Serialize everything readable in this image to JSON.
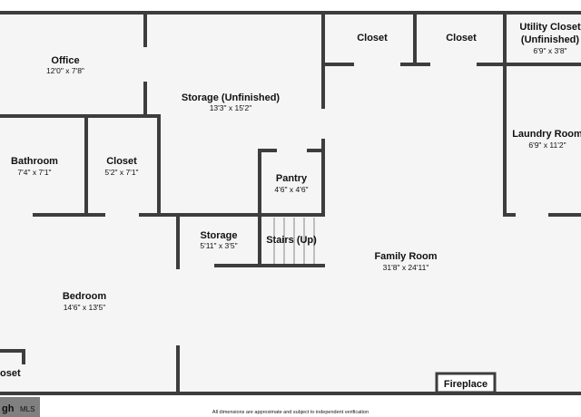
{
  "rooms": [
    {
      "id": "office",
      "name": "Office",
      "dims": "12'0\" x 7'8\""
    },
    {
      "id": "storage-unfinished",
      "name": "Storage (Unfinished)",
      "dims": "13'3\" x 15'2\""
    },
    {
      "id": "closet-top-1",
      "name": "Closet",
      "dims": ""
    },
    {
      "id": "closet-top-2",
      "name": "Closet",
      "dims": ""
    },
    {
      "id": "utility-closet",
      "name": "Utility Closet",
      "name2": "(Unfinished)",
      "dims": "6'9\" x 3'8\""
    },
    {
      "id": "laundry-room",
      "name": "Laundry Room",
      "dims": "6'9\" x 11'2\""
    },
    {
      "id": "bathroom",
      "name": "Bathroom",
      "dims": "7'4\" x 7'1\""
    },
    {
      "id": "closet-mid",
      "name": "Closet",
      "dims": "5'2\" x 7'1\""
    },
    {
      "id": "pantry",
      "name": "Pantry",
      "dims": "4'6\" x 4'6\""
    },
    {
      "id": "storage-small",
      "name": "Storage",
      "dims": "5'11\" x 3'5\""
    },
    {
      "id": "stairs",
      "name": "Stairs (Up)",
      "dims": ""
    },
    {
      "id": "family-room",
      "name": "Family Room",
      "dims": "31'8\" x 24'11\""
    },
    {
      "id": "bedroom",
      "name": "Bedroom",
      "dims": "14'6\" x 13'5\""
    },
    {
      "id": "closet-bottom",
      "name": "oset",
      "dims": ""
    },
    {
      "id": "fireplace",
      "name": "Fireplace",
      "dims": ""
    }
  ],
  "footer": {
    "disclaimer": "All dimensions are approximate and subject to independent verification"
  },
  "watermark": {
    "text": "gh",
    "suffix": "MLS"
  },
  "colors": {
    "wall": "#3d3d3d",
    "floor": "#f5f5f5",
    "background": "#ffffff"
  }
}
